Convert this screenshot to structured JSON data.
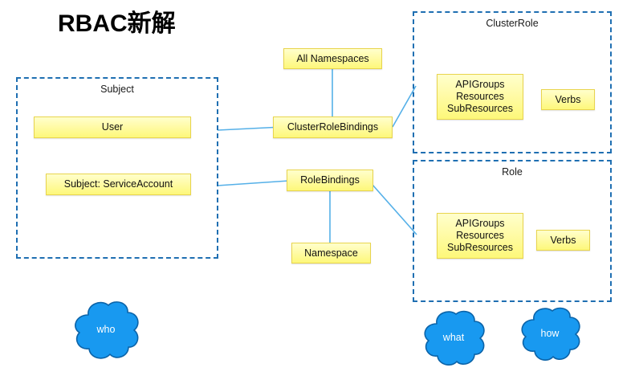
{
  "diagram": {
    "title": "RBAC新解",
    "background_color": "#ffffff",
    "group_border_color": "#1f6fb2",
    "node_fill_color": "#fffba8",
    "node_border_color": "#e8d44d",
    "connector_color": "#55b0e8",
    "cloud_fill_color": "#1899f0",
    "cloud_stroke_color": "#0b63a8",
    "cloud_text_color": "#ffffff"
  },
  "groups": [
    {
      "id": "subject",
      "label": "Subject"
    },
    {
      "id": "clusterrole",
      "label": "ClusterRole"
    },
    {
      "id": "role",
      "label": "Role"
    }
  ],
  "nodes": [
    {
      "id": "user",
      "label": "User"
    },
    {
      "id": "subject-serviceaccount",
      "label": "Subject: ServiceAccount"
    },
    {
      "id": "all-namespaces",
      "label": "All Namespaces"
    },
    {
      "id": "clusterrolebindings",
      "label": "ClusterRoleBindings"
    },
    {
      "id": "rolebindings",
      "label": "RoleBindings"
    },
    {
      "id": "namespace",
      "label": "Namespace"
    },
    {
      "id": "clusterrole-rules",
      "label": "APIGroups\nResources\nSubResources"
    },
    {
      "id": "clusterrole-verbs",
      "label": "Verbs"
    },
    {
      "id": "role-rules",
      "label": "APIGroups\nResources\nSubResources"
    },
    {
      "id": "role-verbs",
      "label": "Verbs"
    }
  ],
  "clouds": [
    {
      "id": "who",
      "label": "who"
    },
    {
      "id": "what",
      "label": "what"
    },
    {
      "id": "how",
      "label": "how"
    }
  ],
  "connectors": [
    {
      "from": "subject",
      "to": "clusterrolebindings"
    },
    {
      "from": "subject",
      "to": "rolebindings"
    },
    {
      "from": "all-namespaces",
      "to": "clusterrolebindings"
    },
    {
      "from": "clusterrolebindings",
      "to": "clusterrole"
    },
    {
      "from": "rolebindings",
      "to": "namespace"
    },
    {
      "from": "rolebindings",
      "to": "role"
    }
  ]
}
